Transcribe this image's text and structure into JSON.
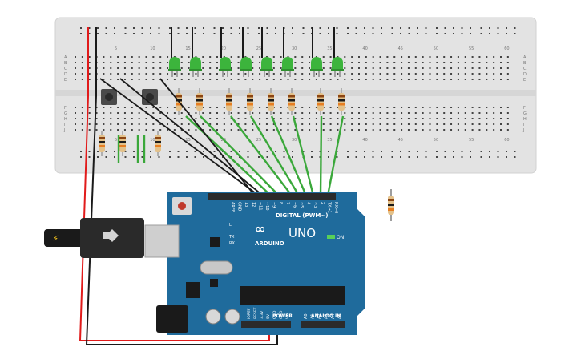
{
  "breadboard": {
    "column_numbers": [
      "5",
      "10",
      "15",
      "20",
      "25",
      "30",
      "35",
      "40",
      "45",
      "50",
      "55",
      "60"
    ],
    "top_row_letters": [
      "A",
      "B",
      "C",
      "D",
      "E"
    ],
    "bottom_row_letters": [
      "F",
      "G",
      "H",
      "I",
      "J"
    ]
  },
  "arduino": {
    "logo_text": "UNO",
    "brand_text": "ARDUINO",
    "digital_header_label": "DIGITAL (PWM~)",
    "on_label": "ON",
    "aref_label": "AREF",
    "gnd_label": "GND",
    "digital_pins": [
      "13",
      "12",
      "~11",
      "~10",
      "~9",
      "8",
      "7",
      "~6",
      "~5",
      "4",
      "~3",
      "2",
      "TX→1",
      "RX←0"
    ],
    "power_label": "POWER",
    "analog_label": "ANALOG IN",
    "power_pins": [
      "IOREF",
      "RESET",
      "3.3V",
      "5V",
      "GND",
      "GND",
      "Vin"
    ],
    "analog_pins": [
      "A0",
      "A1",
      "A2",
      "A3",
      "A4",
      "A5"
    ],
    "l_label": "L",
    "tx_label": "TX",
    "rx_label": "RX"
  },
  "components": {
    "leds": 8,
    "led_color": "#3cb43c",
    "push_buttons": 2,
    "resistors_on_board": 11,
    "loose_resistors": 1
  },
  "colors": {
    "board_blue": "#1f6b9c",
    "wire_green": "#3aa83a",
    "wire_red": "#e11b1b",
    "wire_black": "#1a1a1a",
    "breadboard": "#e3e3e3"
  }
}
